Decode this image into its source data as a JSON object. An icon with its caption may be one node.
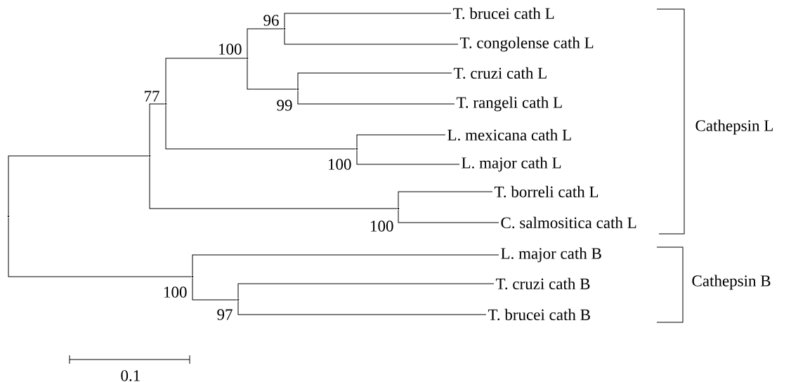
{
  "diagram": {
    "nodes": [
      {
        "text": [
          "T. brucei cath L"
        ]
      },
      {
        "text": [
          "T. congolense cath L"
        ]
      },
      {
        "text": [
          "T. cruzi cath L"
        ]
      },
      {
        "text": [
          "T. rangeli cath L"
        ]
      },
      {
        "text": [
          "L. mexicana cath L"
        ]
      },
      {
        "text": [
          "L. major cath L"
        ]
      },
      {
        "text": [
          "T. borreli cath L"
        ]
      },
      {
        "text": [
          "C. salmositica cath L"
        ]
      },
      {
        "text": [
          "L. major cath B"
        ]
      },
      {
        "text": [
          "T. cruzi cath B"
        ]
      },
      {
        "text": [
          "T. brucei cath B"
        ]
      },
      {
        "text": [],
        "shape": "point"
      },
      {
        "text": [],
        "shape": "point"
      },
      {
        "text": [],
        "shape": "point",
        "beside": [
          "77"
        ]
      },
      {
        "text": [],
        "shape": "point",
        "beside": [
          "100"
        ]
      },
      {
        "text": [],
        "shape": "point",
        "beside": [
          "96"
        ]
      },
      {
        "text": [],
        "shape": "point",
        "beside": [
          "99"
        ]
      },
      {
        "text": [],
        "shape": "point",
        "beside": [
          "100"
        ]
      },
      {
        "text": [],
        "shape": "point",
        "beside": [
          "100"
        ]
      },
      {
        "text": [],
        "shape": "point",
        "beside": [
          "100"
        ]
      },
      {
        "text": [],
        "shape": "point",
        "beside": [
          "97"
        ]
      }
    ],
    "edges": [
      {
        "from": 11,
        "to": 12,
        "arrow": "none"
      },
      {
        "from": 11,
        "to": 19,
        "arrow": "none"
      },
      {
        "from": 12,
        "to": 13,
        "arrow": "none"
      },
      {
        "from": 12,
        "to": 18,
        "arrow": "none"
      },
      {
        "from": 13,
        "to": 14,
        "arrow": "none"
      },
      {
        "from": 13,
        "to": 17,
        "arrow": "none"
      },
      {
        "from": 14,
        "to": 15,
        "arrow": "none"
      },
      {
        "from": 14,
        "to": 16,
        "arrow": "none"
      },
      {
        "from": 15,
        "to": 0,
        "arrow": "none"
      },
      {
        "from": 15,
        "to": 1,
        "arrow": "none"
      },
      {
        "from": 16,
        "to": 2,
        "arrow": "none"
      },
      {
        "from": 16,
        "to": 3,
        "arrow": "none"
      },
      {
        "from": 17,
        "to": 4,
        "arrow": "none"
      },
      {
        "from": 17,
        "to": 5,
        "arrow": "none"
      },
      {
        "from": 18,
        "to": 6,
        "arrow": "none"
      },
      {
        "from": 18,
        "to": 7,
        "arrow": "none"
      },
      {
        "from": 19,
        "to": 8,
        "arrow": "none"
      },
      {
        "from": 19,
        "to": 20,
        "arrow": "none"
      },
      {
        "from": 20,
        "to": 9,
        "arrow": "none"
      },
      {
        "from": 20,
        "to": 10,
        "arrow": "none"
      }
    ],
    "labels": [
      "Cathepsin L",
      "Cathepsin B",
      "0.1"
    ]
  }
}
